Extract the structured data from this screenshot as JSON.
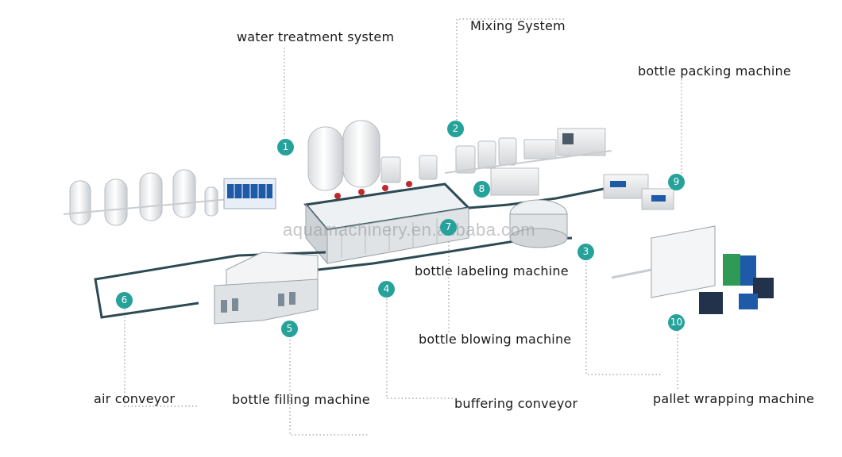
{
  "watermark": "aquamachinery.en.alibaba.com",
  "labels": {
    "water_treatment": "water treatment system",
    "mixing": "Mixing System",
    "bottle_packing": "bottle packing machine",
    "bottle_labeling": "bottle labeling machine",
    "bottle_blowing": "bottle blowing machine",
    "air_conveyor": "air conveyor",
    "bottle_filling": "bottle filling machine",
    "buffering": "buffering conveyor",
    "pallet_wrapping": "pallet wrapping machine"
  },
  "markers": [
    "1",
    "2",
    "3",
    "4",
    "5",
    "6",
    "7",
    "8",
    "9",
    "10"
  ],
  "colors": {
    "marker": "#26a29a",
    "conveyor": "#2c4a52",
    "blue_panel": "#1f5aa8",
    "red_valve": "#c0282d",
    "green_box": "#2f9a55"
  }
}
